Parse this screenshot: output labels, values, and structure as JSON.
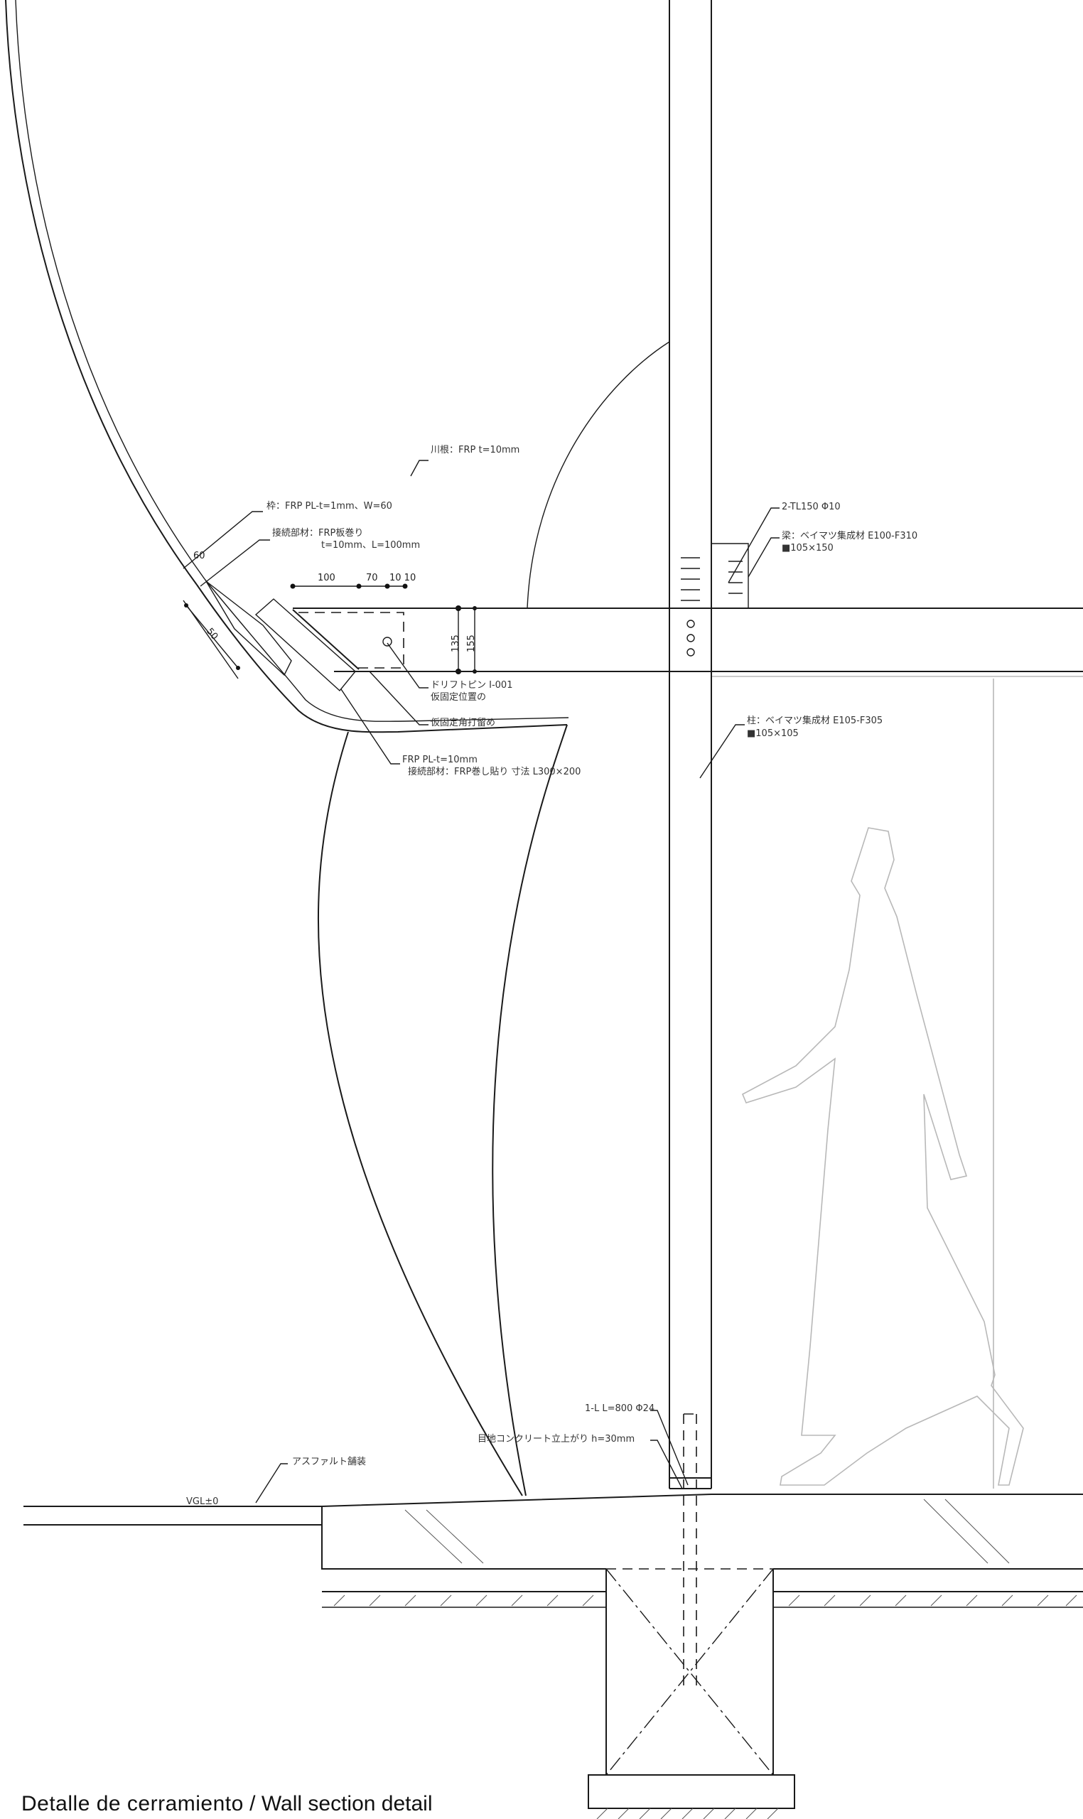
{
  "title": {
    "main": "Detalle de cerramiento",
    "separator": " / ",
    "sub": "Wall section detail"
  },
  "annotations": {
    "roof": "川根：FRP t=10mm",
    "frame": "枠：FRP PL-t=1mm、W=60",
    "connector_1": "接続部材：FRP板巻り",
    "connector_2": "t=10mm、L=100mm",
    "bolt": "2-TL150 Φ10",
    "beam_1": "梁：ベイマツ集成材 E100-F310",
    "beam_2": "■105×150",
    "drift_pin_1": "ドリフトピン I-001",
    "drift_pin_2": "仮固定位置の",
    "temp_fix": "仮固定角打留め",
    "frp_plate_1": "FRP PL-t=10mm",
    "frp_plate_2": "接続部材：FRP巻し貼り 寸法 L300×200",
    "column_1": "柱：ベイマツ集成材 E105-F305",
    "column_2": "■105×105",
    "anchor": "1-L L=800 Φ24",
    "concrete": "目地コンクリート立上がり h=30mm",
    "asphalt": "アスファルト舗装",
    "level": "VGL±0"
  },
  "dimensions": {
    "d100": "100",
    "d70": "70",
    "d10": "10 10",
    "d135": "135",
    "d155": "155",
    "d60": "60",
    "d50": "50"
  }
}
